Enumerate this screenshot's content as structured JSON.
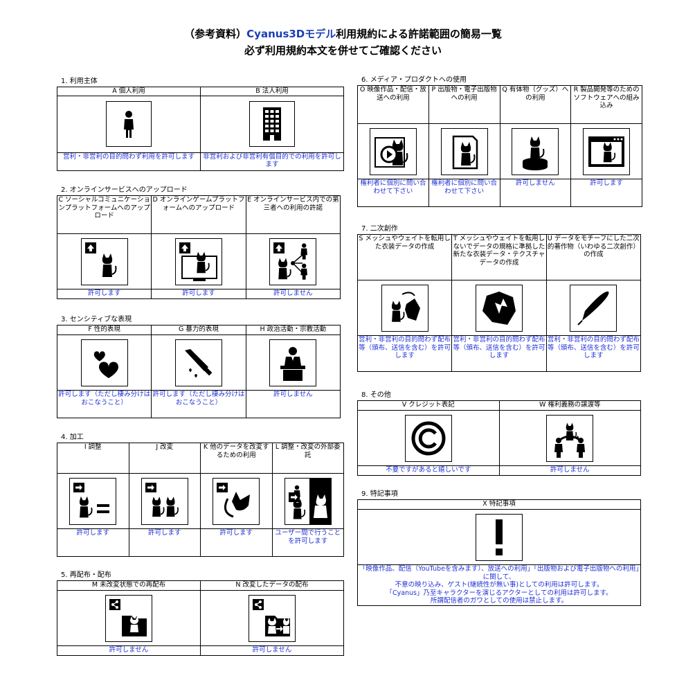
{
  "title": {
    "prefix": "（参考資料）",
    "brand": "Cyanus3Dモデル",
    "suffix": "利用規約による許諾範囲の簡易一覧",
    "line2": "必ず利用規約本文を併せてご確認ください"
  },
  "sections": {
    "s1": {
      "label": "1. 利用主体",
      "cols": [
        {
          "head": "A 個人利用",
          "icon": "person-icon",
          "result": "営利・非営利の目的問わず利用を許可します"
        },
        {
          "head": "B 法人利用",
          "icon": "office-building-icon",
          "result": "非営利および非営利有償目的での利用を許可します"
        }
      ]
    },
    "s2": {
      "label": "2. オンラインサービスへのアップロード",
      "cols": [
        {
          "head": "C ソーシャルコミュニケーションプラットフォームへのアップロード",
          "icon": "upload-cat-icon",
          "result": "許可します"
        },
        {
          "head": "D オンラインゲームプラットフォームへのアップロード",
          "icon": "upload-monitor-icon",
          "result": "許可します"
        },
        {
          "head": "E オンラインサービス内での第三者への利用の許諾",
          "icon": "upload-share-icon",
          "result": "許可しません"
        }
      ]
    },
    "s3": {
      "label": "3. センシティブな表現",
      "cols": [
        {
          "head": "F 性的表現",
          "icon": "hearts-icon",
          "result": "許可します（ただし棲み分けはおこなうこと）"
        },
        {
          "head": "G 暴力的表現",
          "icon": "knife-icon",
          "result": "許可します（ただし棲み分けはおこなうこと）"
        },
        {
          "head": "H 政治活動・宗教活動",
          "icon": "podium-icon",
          "result": "許可しません"
        }
      ]
    },
    "s4": {
      "label": "4. 加工",
      "cols": [
        {
          "head": "I 調整",
          "icon": "adjust-equal-icon",
          "result": "許可します"
        },
        {
          "head": "J 改変",
          "icon": "modify-icon",
          "result": "許可します"
        },
        {
          "head": "K 他のデータを改変するための利用",
          "icon": "ears-icon",
          "result": "許可します"
        },
        {
          "head": "L 調整・改変の外部委託",
          "icon": "outsource-icon",
          "result": "ユーザー間で行うことを許可します"
        }
      ]
    },
    "s5": {
      "label": "5. 再配布・配布",
      "cols": [
        {
          "head": "M 未改変状態での再配布",
          "icon": "share-folder-icon",
          "result": "許可しません"
        },
        {
          "head": "N 改変したデータの配布",
          "icon": "share-modified-icon",
          "result": "許可しません"
        }
      ]
    },
    "s6": {
      "label": "6. メディア・プロダクトへの使用",
      "cols": [
        {
          "head": "O 映像作品・配信・放送への利用",
          "icon": "video-icon",
          "result": "権利者に個別に問い合わせて下さい"
        },
        {
          "head": "P 出版物・電子出版物への利用",
          "icon": "publication-icon",
          "result": "権利者に個別に問い合わせて下さい"
        },
        {
          "head": "Q 有体物（グッズ）への利用",
          "icon": "figure-icon",
          "result": "許可しません"
        },
        {
          "head": "R 製品開発等のためのソフトウェアへの組み込み",
          "icon": "software-window-icon",
          "result": "許可します"
        }
      ]
    },
    "s7": {
      "label": "7. 二次創作",
      "cols": [
        {
          "head": "S メッシュやウェイトを転用した衣装データの作成",
          "icon": "cat-cloth-icon",
          "result": "営利・非営利の目的問わず配布等（頒布、送信を含む）を許可します"
        },
        {
          "head": "T メッシュやウェイトを転用しないでデータの規格に準拠した新たな衣装データ・テクスチャデータの作成",
          "icon": "cloth-icon",
          "result": "営利・非営利の目的問わず配布等（頒布、送信を含む）を許可します"
        },
        {
          "head": "U データをモチーフにした二次的著作物（いわゆる二次創作）の作成",
          "icon": "pen-icon",
          "result": "営利・非営利の目的問わず配布等（頒布、送信を含む）を許可します"
        }
      ]
    },
    "s8": {
      "label": "8. その他",
      "cols": [
        {
          "head": "V クレジット表記",
          "icon": "copyright-icon",
          "result": "不要ですがあると嬉しいです"
        },
        {
          "head": "W 権利義務の譲渡等",
          "icon": "transfer-icon",
          "result": "許可しません"
        }
      ]
    },
    "s9": {
      "label": "9. 特記事項",
      "head": "X 特記事項",
      "icon": "exclamation-icon",
      "lines": [
        "「映像作品、配信（YouTubeを含みます）、放送への利用」「出版物および電子出版物への利用」に関して、",
        "不意の映り込み、ゲスト(継続性が無い事)としての利用は許可します。",
        "「Cyanus」乃至キャラクターを演じるアクターとしての利用は許可します。",
        "所謂配信者のガワとしての使用は禁止します。"
      ]
    }
  }
}
